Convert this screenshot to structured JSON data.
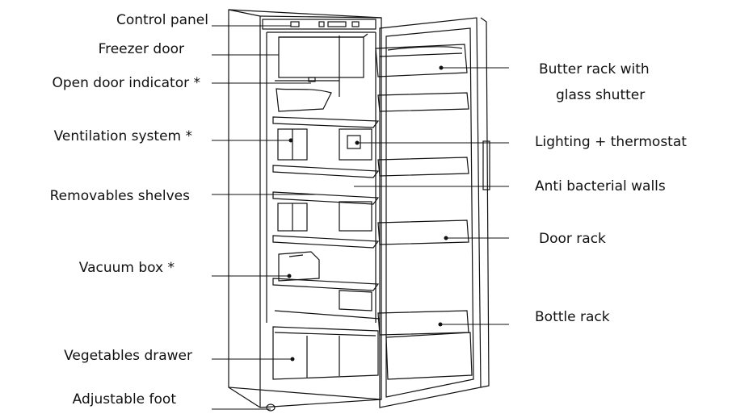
{
  "labels_left": {
    "control_panel": "Control panel",
    "freezer_door": "Freezer door",
    "open_door_indicator": "Open door indicator *",
    "ventilation_system": "Ventilation system *",
    "removable_shelves": "Removables shelves",
    "vacuum_box": "Vacuum box *",
    "vegetables_drawer": "Vegetables drawer",
    "adjustable_foot": "Adjustable foot"
  },
  "labels_right": {
    "butter_rack_line1": "Butter rack with",
    "butter_rack_line2": "glass shutter",
    "lighting_thermostat": "Lighting + thermostat",
    "anti_bacterial_walls": "Anti bacterial walls",
    "door_rack": "Door rack",
    "bottle_rack": "Bottle rack"
  },
  "colors": {
    "line": "#111111",
    "shade": "#b8b8b8",
    "background": "#ffffff"
  }
}
